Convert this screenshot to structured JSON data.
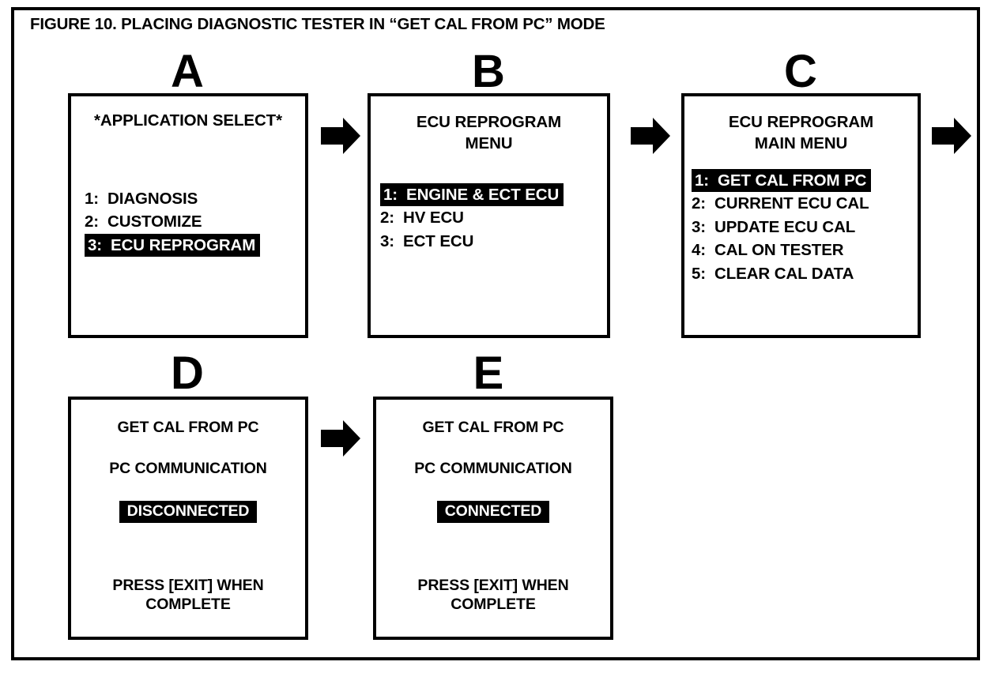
{
  "figure": {
    "caption": "FIGURE 10.  PLACING DIAGNOSTIC TESTER IN “GET CAL FROM PC” MODE",
    "frame_color": "#000000",
    "background_color": "#ffffff",
    "highlight_background": "#000000",
    "highlight_text_color": "#ffffff"
  },
  "steps": {
    "a": {
      "letter": "A"
    },
    "b": {
      "letter": "B"
    },
    "c": {
      "letter": "C"
    },
    "d": {
      "letter": "D"
    },
    "e": {
      "letter": "E"
    }
  },
  "screens": {
    "a": {
      "title_line1": "*APPLICATION SELECT*",
      "items": [
        {
          "index": "1:",
          "label": "DIAGNOSIS",
          "highlighted": false
        },
        {
          "index": "2:",
          "label": "CUSTOMIZE",
          "highlighted": false
        },
        {
          "index": "3:",
          "label": "ECU REPROGRAM",
          "highlighted": true
        }
      ]
    },
    "b": {
      "title_line1": "ECU REPROGRAM",
      "title_line2": "MENU",
      "items": [
        {
          "index": "1:",
          "label": "ENGINE & ECT ECU",
          "highlighted": true
        },
        {
          "index": "2:",
          "label": "HV ECU",
          "highlighted": false
        },
        {
          "index": "3:",
          "label": "ECT ECU",
          "highlighted": false
        }
      ]
    },
    "c": {
      "title_line1": "ECU REPROGRAM",
      "title_line2": "MAIN MENU",
      "items": [
        {
          "index": "1:",
          "label": "GET CAL FROM PC",
          "highlighted": true
        },
        {
          "index": "2:",
          "label": "CURRENT ECU CAL",
          "highlighted": false
        },
        {
          "index": "3:",
          "label": "UPDATE ECU CAL",
          "highlighted": false
        },
        {
          "index": "4:",
          "label": "CAL ON TESTER",
          "highlighted": false
        },
        {
          "index": "5:",
          "label": "CLEAR CAL DATA",
          "highlighted": false
        }
      ]
    },
    "d": {
      "line1": "GET CAL FROM PC",
      "line2": "PC COMMUNICATION",
      "status": "DISCONNECTED",
      "footer_line1": "PRESS [EXIT] WHEN",
      "footer_line2": "COMPLETE"
    },
    "e": {
      "line1": "GET CAL FROM PC",
      "line2": "PC COMMUNICATION",
      "status": "CONNECTED",
      "footer_line1": "PRESS [EXIT] WHEN",
      "footer_line2": "COMPLETE"
    }
  },
  "arrows": {
    "a_to_b": "right-arrow-icon",
    "b_to_c": "right-arrow-icon",
    "c_to_next": "right-arrow-icon",
    "d_to_e": "right-arrow-icon"
  }
}
